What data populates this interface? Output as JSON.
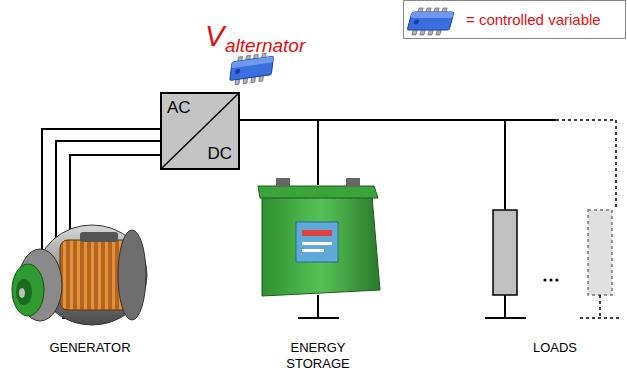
{
  "diagram": {
    "nodes": [
      {
        "text": [
          "AC",
          "DC"
        ]
      }
    ],
    "labels": [
      "V",
      "alternator",
      "GENERATOR",
      "ENERGY STORAGE",
      "LOADS"
    ],
    "legend": [
      {
        "text": "= controlled variable"
      }
    ]
  }
}
